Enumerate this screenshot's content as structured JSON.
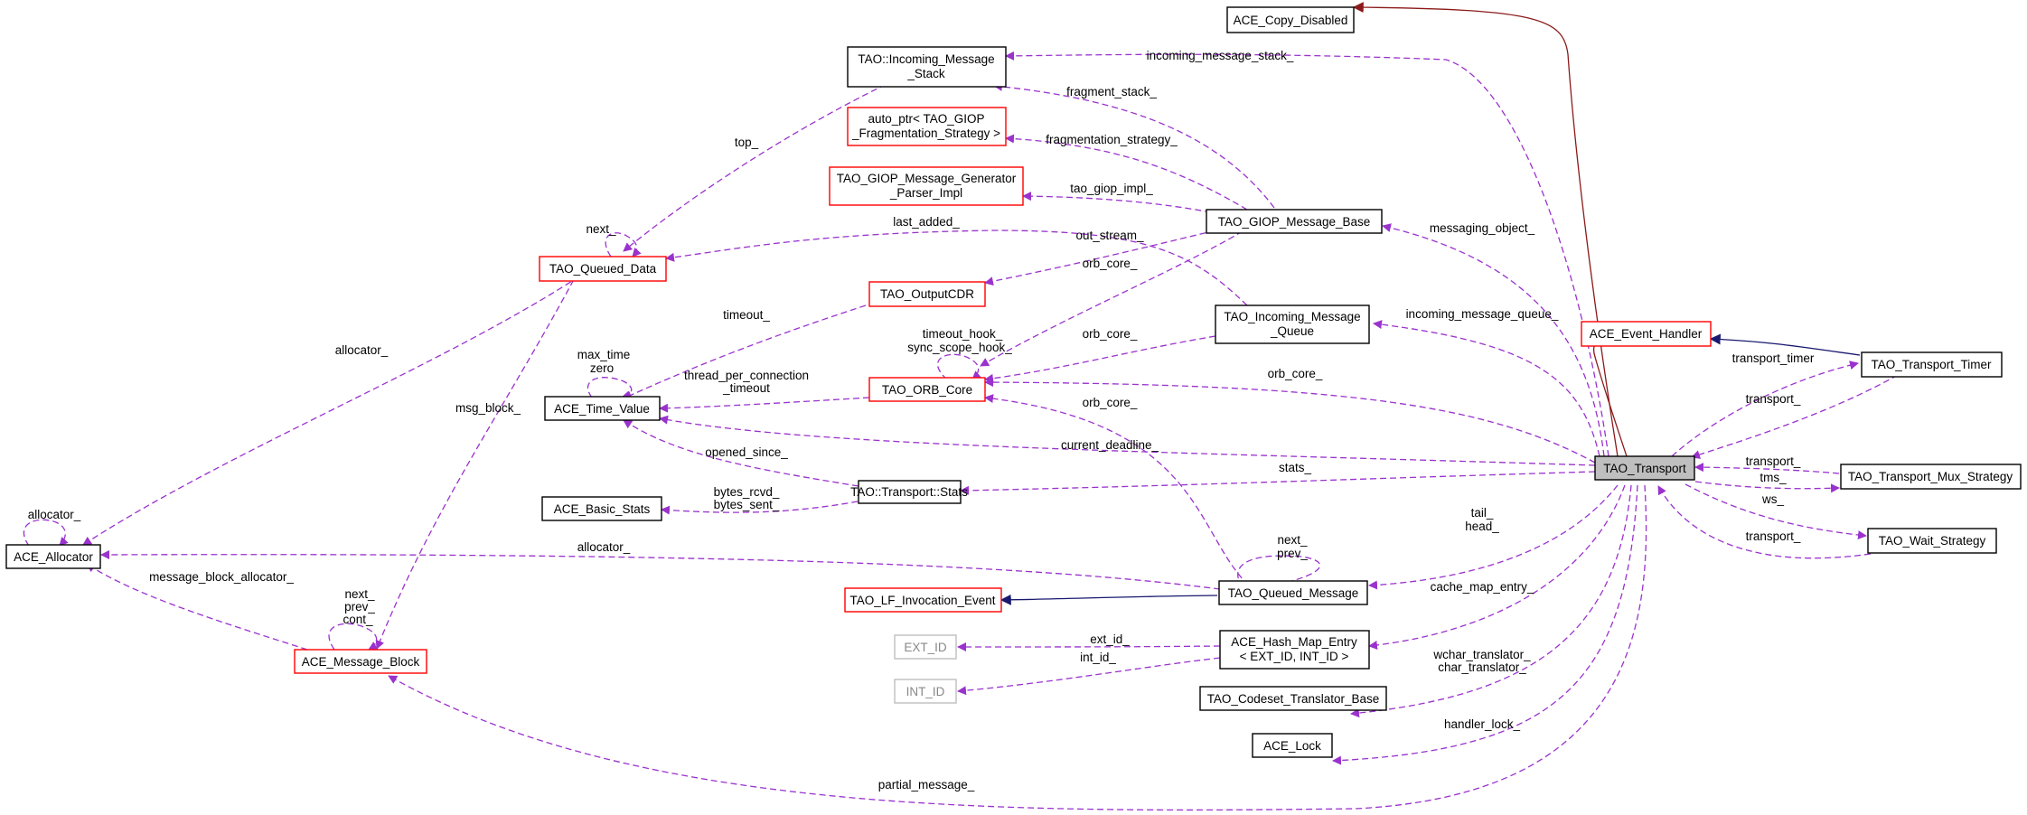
{
  "colors": {
    "purple": "#9a32cd",
    "navy": "#191970",
    "darkred": "#8b1a1a",
    "black": "#000000",
    "red": "#ff0000",
    "gray": "#bfbfbf",
    "highlight": "#bfbfbf"
  },
  "nodes": {
    "copy_disabled": "ACE_Copy_Disabled",
    "incoming_stack": [
      "TAO::Incoming_Message",
      "_Stack"
    ],
    "auto_ptr": [
      "auto_ptr< TAO_GIOP",
      "_Fragmentation_Strategy >"
    ],
    "generator_parser": [
      "TAO_GIOP_Message_Generator",
      "_Parser_Impl"
    ],
    "giop_base": "TAO_GIOP_Message_Base",
    "queued_data": "TAO_Queued_Data",
    "output_cdr": "TAO_OutputCDR",
    "incoming_queue": [
      "TAO_Incoming_Message",
      "_Queue"
    ],
    "event_handler": "ACE_Event_Handler",
    "transport_timer": "TAO_Transport_Timer",
    "time_value": "ACE_Time_Value",
    "orb_core": "TAO_ORB_Core",
    "transport": "TAO_Transport",
    "mux_strategy": "TAO_Transport_Mux_Strategy",
    "allocator": "ACE_Allocator",
    "basic_stats": "ACE_Basic_Stats",
    "stats": "TAO::Transport::Stats",
    "wait_strategy": "TAO_Wait_Strategy",
    "lf_event": "TAO_LF_Invocation_Event",
    "queued_message": "TAO_Queued_Message",
    "message_block": "ACE_Message_Block",
    "ext_id": "EXT_ID",
    "hash_entry": [
      "ACE_Hash_Map_Entry",
      "< EXT_ID, INT_ID >"
    ],
    "int_id": "INT_ID",
    "codeset": "TAO_Codeset_Translator_Base",
    "lock": "ACE_Lock"
  },
  "edge_labels": {
    "incoming_message_stack": "incoming_message_stack_",
    "top": "top_",
    "fragment_stack": "fragment_stack_",
    "fragmentation_strategy": "fragmentation_strategy_",
    "tao_giop_impl": "tao_giop_impl_",
    "messaging_object": "messaging_object_",
    "next_qd": "next_",
    "last_added": "last_added_",
    "out_stream": "out_stream_",
    "orb_core_1": "orb_core_",
    "orb_core_2": "orb_core_",
    "orb_core_3": "orb_core_",
    "orb_core_4": "orb_core_",
    "incoming_message_queue": "incoming_message_queue_",
    "allocator_qd": "allocator_",
    "timeout": "timeout_",
    "timeout_hook": "timeout_hook_",
    "sync_scope_hook": "sync_scope_hook_",
    "max_time": "max_time",
    "zero": "zero",
    "thread_per_connection": "thread_per_connection",
    "timeout_2": "_timeout",
    "msg_block": "msg_block_",
    "transport_timer": "transport_timer",
    "transport_1": "transport_",
    "transport_2": "transport_",
    "transport_3": "transport_",
    "tms": "tms_",
    "ws": "ws_",
    "current_deadline": "current_deadline_",
    "stats": "stats_",
    "opened_since": "opened_since_",
    "bytes_rcvd": "bytes_rcvd_",
    "bytes_sent": "bytes_sent_",
    "allocator_self": "allocator_",
    "allocator_qm": "allocator_",
    "tail": "tail_",
    "head": "head_",
    "next_qm": "next_",
    "prev_qm": "prev_",
    "message_block_allocator": "message_block_allocator_",
    "next_mb": "next_",
    "prev_mb": "prev_",
    "cont_mb": "cont_",
    "cache_map_entry": "cache_map_entry_",
    "ext_id": "ext_id_",
    "int_id": "int_id_",
    "wchar_translator": "wchar_translator_",
    "char_translator": "char_translator_",
    "handler_lock": "handler_lock_",
    "partial_message": "partial_message_"
  }
}
